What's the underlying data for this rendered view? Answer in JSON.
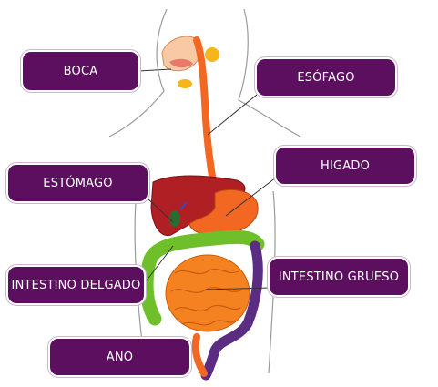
{
  "labels": {
    "boca": "BOCA",
    "esofago": "ESÓFAGO",
    "estomago": "ESTÓMAGO",
    "higado": "HIGADO",
    "intestino_delgado": "INTESTINO DELGADO",
    "intestino_grueso": "INTESTINO GRUESO",
    "ano": "ANO"
  },
  "colors": {
    "label_background": "#5b0f5e",
    "label_text": "#ffffff",
    "leader_line": "#333333",
    "esophagus": "#f26722",
    "liver": "#b01f24",
    "stomach": "#f26722",
    "small_intestine": "#f58220",
    "large_intestine_ascending": "#6fbf2a",
    "large_intestine_descending": "#5a2d82",
    "gallbladder": "#2c6b2f",
    "salivary_gland": "#f7b51b",
    "body_outline": "#9a9a9a"
  }
}
